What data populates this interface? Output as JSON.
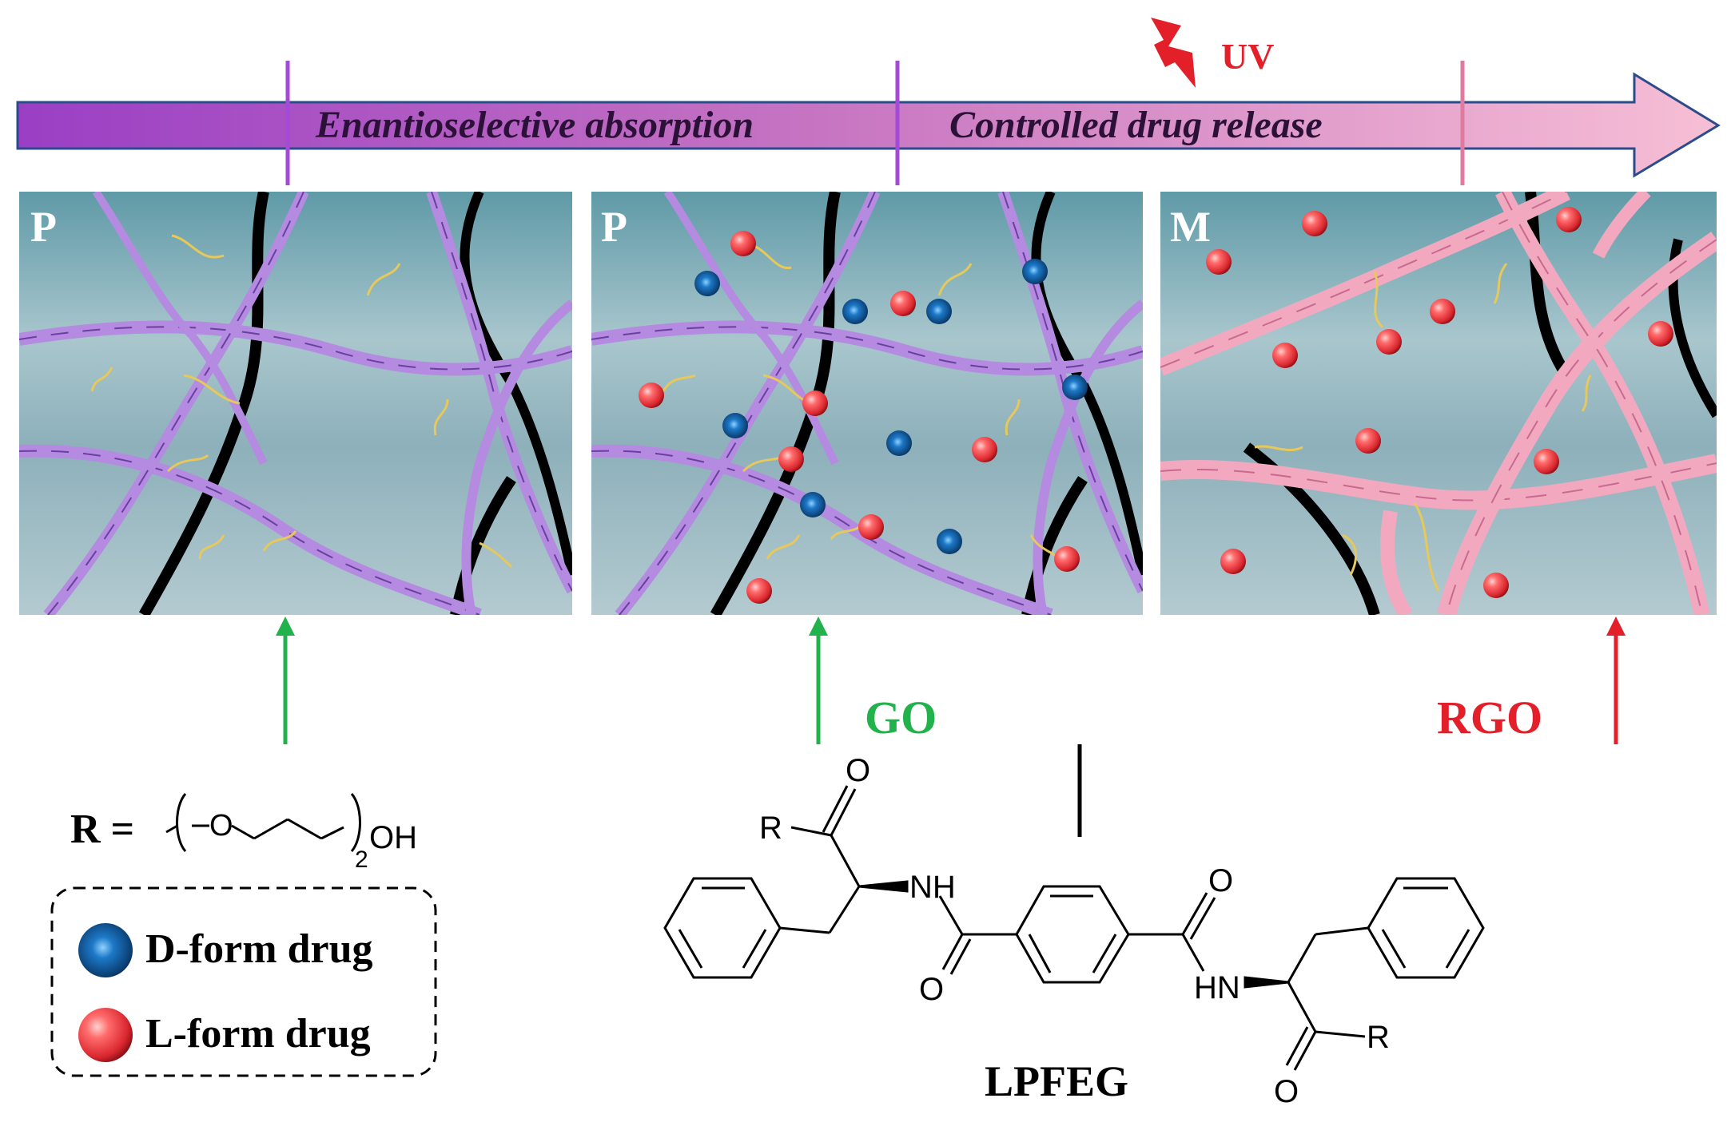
{
  "arrow": {
    "phase1": "Enantioselective absorption",
    "phase2": "Controlled drug release",
    "stimulus": "UV"
  },
  "panels": [
    {
      "label": "P"
    },
    {
      "label": "P"
    },
    {
      "label": "M"
    }
  ],
  "branches": {
    "left": "GO",
    "right": "RGO"
  },
  "molecule": {
    "name": "LPFEG",
    "r_def": "R =",
    "r_oh": "OH",
    "r_sub": "2",
    "atoms": {
      "R": "R",
      "O": "O",
      "NH": "NH",
      "HN": "HN"
    }
  },
  "legend": [
    {
      "label": "D-form drug"
    },
    {
      "label": "L-form drug"
    }
  ],
  "colors": {
    "arrow_start": "#9a3fc4",
    "arrow_end": "#f5b7cf",
    "go_green": "#21b24b",
    "rgo_red": "#e3202a",
    "ribbon_purple": "#b48be0",
    "ribbon_pink": "#f2a9c0",
    "gel_bg": "#8fb3bf",
    "drug_l": "#e8333b",
    "drug_d": "#0d4f8a"
  }
}
